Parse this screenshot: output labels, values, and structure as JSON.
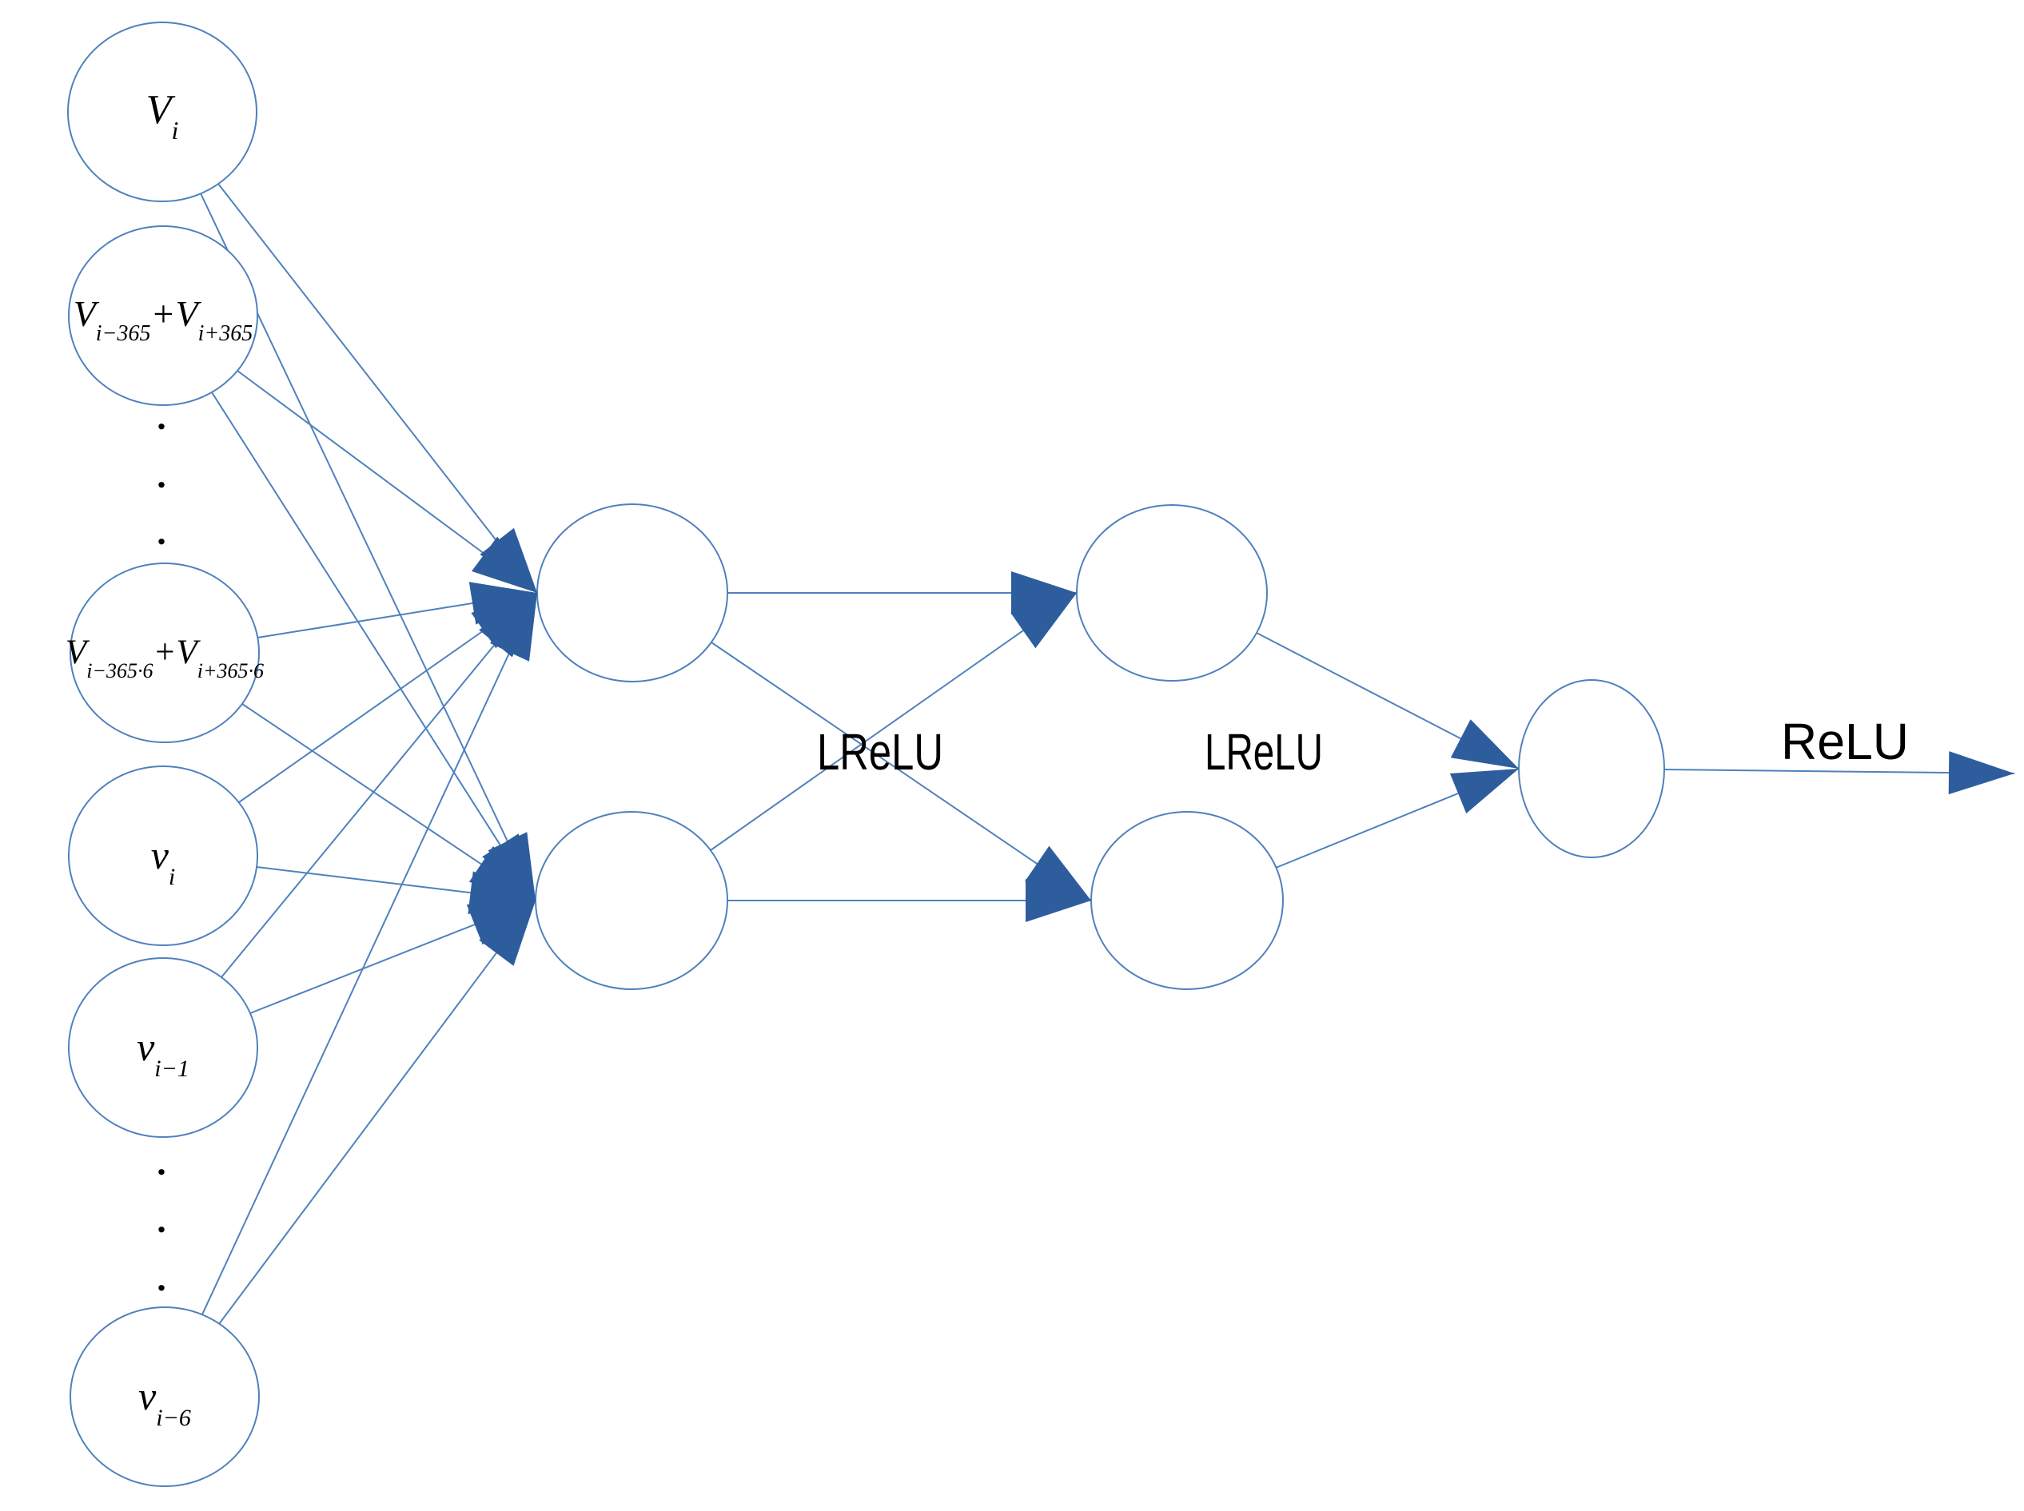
{
  "colors": {
    "edge": "#4F81BD",
    "arrow_fill": "#2E5D9E",
    "text": "#000000"
  },
  "input_nodes": {
    "vi": {
      "main": "V",
      "sub": "i"
    },
    "v365": {
      "m1": "V",
      "s1": "i−365",
      "m2": "+V",
      "s2": "i+365"
    },
    "v365x6": {
      "m1": "V",
      "s1": "i−365·6",
      "m2": "+V",
      "s2": "i+365·6"
    },
    "vsi": {
      "main": "v",
      "sub": "i"
    },
    "vsim1": {
      "main": "v",
      "sub": "i−1"
    },
    "vsim6": {
      "main": "v",
      "sub": "i−6"
    }
  },
  "ellipsis": {
    "dot": "."
  },
  "activations": {
    "hidden1": "LReLU",
    "hidden2": "LReLU",
    "output": "ReLU"
  }
}
